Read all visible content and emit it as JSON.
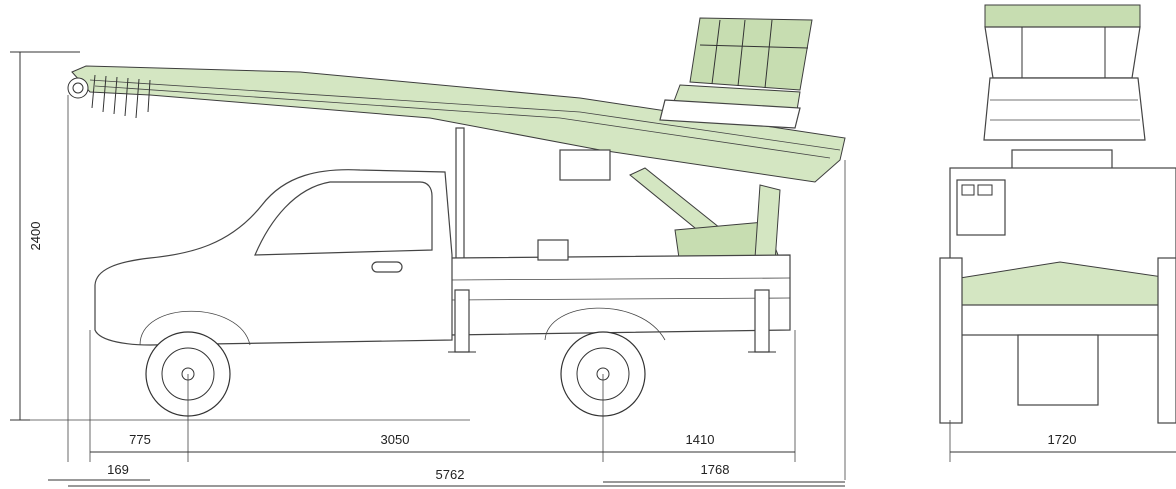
{
  "dimensions": {
    "height": "2400",
    "front_overhang": "775",
    "wheelbase": "3050",
    "rear_section": "1410",
    "rear_overhang": "1768",
    "offset": "169",
    "total_length": "5762",
    "width": "1720"
  },
  "colors": {
    "ladder_green": "#d4e6c2",
    "line": "#333333"
  }
}
